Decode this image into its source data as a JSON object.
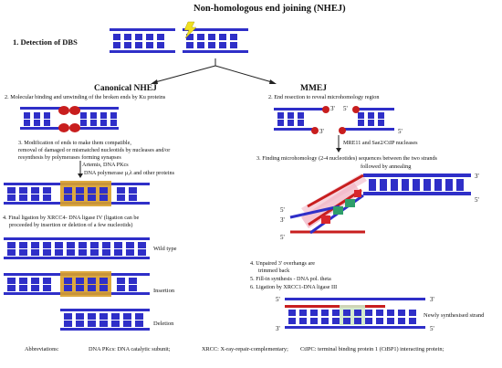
{
  "title": "Non-homologous end joining (NHEJ)",
  "step1": "1. Detection of DBS",
  "branches": {
    "left": "Canonical NHEJ",
    "right": "MMEJ"
  },
  "canonical": {
    "step2": "2. Molecular binding and unwinding of the broken ends by Ku proteins",
    "step3_line1": "3. Modification of ends to make them compatible,",
    "step3_line2": "removal of damaged or mismatched nucleotids by nucleases and/or",
    "step3_line3": "resynthesis by polymerases forming synapses",
    "enzymes_line1": "Artemis, DNA PKcs",
    "enzymes_line2": "DNA polymerase µ,λ and other proteins",
    "step4_line1": "4. Final ligation by XRCC4- DNA ligase IV (ligation can be",
    "step4_line2": "proceeded  by insertion or deletion of a few nucleotids)",
    "outcomes": [
      "Wild type",
      "Insertion",
      "Deletion"
    ]
  },
  "mmej": {
    "step2": "2. End resection to reveal microhomology region",
    "label_3p": "3'",
    "label_5p": "5'",
    "nucleases": "MRE11 and Sae2/CtIP nucleases",
    "step3_line1": "3. Finding microhomology (2-4 nucleotides) sequences between the two strands",
    "step3_line2": "followed by annealing",
    "step4_line1": "4. Unpaired 3' overhangs are",
    "step4_line2": "trimmed back",
    "step5": "5. Fill-in synthesis -  DNA pol. theta",
    "step6": "6. Ligation by XRCC1-DNA ligase III",
    "new_strand": "Newly synthesised strand"
  },
  "abbreviations": {
    "label": "Abbreviations:",
    "dnapk": "DNA PKcs: DNA catalytic subunit;",
    "xrcc": "XRCC: X-ray-repair-complementary;",
    "ctip": "CtIPC: terminal binding protein 1 (CtBP1) interacting protein;"
  },
  "colors": {
    "strand": "#2f2fc8",
    "ku": "#c81e1e",
    "insert": "#d9a02a",
    "homology_red": "#d8262c",
    "homology_green": "#2f9e6a",
    "pink": "#f2b8c8",
    "lightgreen": "#cfe9c8",
    "bolt": "#f0e020"
  }
}
